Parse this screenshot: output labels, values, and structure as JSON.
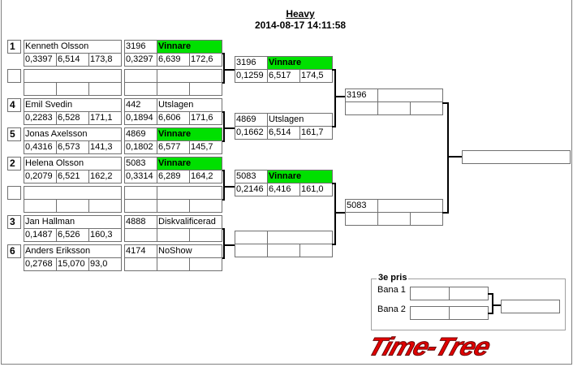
{
  "title": "Heavy",
  "datetime": "2014-08-17 14:11:58",
  "colors": {
    "winner": "#00e000",
    "logo": "#e00000"
  },
  "round1": [
    {
      "seed": "1",
      "name": "Kenneth Olsson",
      "rt": "0,3397",
      "et": "6,514",
      "speed": "173,8",
      "id": "3196",
      "status": "Vinnare",
      "winner": true,
      "rt2": "0,3297",
      "et2": "6,639",
      "speed2": "172,6"
    },
    {
      "seed": "",
      "name": "",
      "rt": "",
      "et": "",
      "speed": "",
      "id": "",
      "status": "",
      "winner": false,
      "rt2": "",
      "et2": "",
      "speed2": ""
    },
    {
      "seed": "4",
      "name": "Emil Svedin",
      "rt": "0,2283",
      "et": "6,528",
      "speed": "171,1",
      "id": "442",
      "status": "Utslagen",
      "winner": false,
      "rt2": "0,1894",
      "et2": "6,606",
      "speed2": "171,6"
    },
    {
      "seed": "5",
      "name": "Jonas Axelsson",
      "rt": "0,4316",
      "et": "6,573",
      "speed": "141,3",
      "id": "4869",
      "status": "Vinnare",
      "winner": true,
      "rt2": "0,1802",
      "et2": "6,577",
      "speed2": "145,7"
    },
    {
      "seed": "2",
      "name": "Helena Olsson",
      "rt": "0,2079",
      "et": "6,521",
      "speed": "162,2",
      "id": "5083",
      "status": "Vinnare",
      "winner": true,
      "rt2": "0,3314",
      "et2": "6,289",
      "speed2": "164,2"
    },
    {
      "seed": "",
      "name": "",
      "rt": "",
      "et": "",
      "speed": "",
      "id": "",
      "status": "",
      "winner": false,
      "rt2": "",
      "et2": "",
      "speed2": ""
    },
    {
      "seed": "3",
      "name": "Jan Hallman",
      "rt": "0,1487",
      "et": "6,526",
      "speed": "160,3",
      "id": "4888",
      "status": "Diskvalificerad",
      "winner": false,
      "rt2": "",
      "et2": "",
      "speed2": ""
    },
    {
      "seed": "6",
      "name": "Anders Eriksson",
      "rt": "0,2768",
      "et": "15,070",
      "speed": "93,0",
      "id": "4174",
      "status": "NoShow",
      "winner": false,
      "rt2": "",
      "et2": "",
      "speed2": ""
    }
  ],
  "round2": [
    {
      "id": "3196",
      "status": "Vinnare",
      "winner": true,
      "rt": "0,1259",
      "et": "6,517",
      "speed": "174,5"
    },
    {
      "id": "4869",
      "status": "Utslagen",
      "winner": false,
      "rt": "0,1662",
      "et": "6,514",
      "speed": "161,7"
    },
    {
      "id": "5083",
      "status": "Vinnare",
      "winner": true,
      "rt": "0,2146",
      "et": "6,416",
      "speed": "161,0"
    },
    {
      "id": "",
      "status": "",
      "winner": false,
      "rt": "",
      "et": "",
      "speed": ""
    }
  ],
  "round3": [
    {
      "id": "3196",
      "status": "",
      "winner": false,
      "rt": "",
      "et": "",
      "speed": ""
    },
    {
      "id": "5083",
      "status": "",
      "winner": false,
      "rt": "",
      "et": "",
      "speed": ""
    }
  ],
  "final": {
    "value": ""
  },
  "third_place": {
    "title": "3e pris",
    "lane1_label": "Bana 1",
    "lane2_label": "Bana 2",
    "lane1": [
      "",
      ""
    ],
    "lane2": [
      "",
      ""
    ],
    "result": ""
  },
  "logo": "Time-Tree"
}
